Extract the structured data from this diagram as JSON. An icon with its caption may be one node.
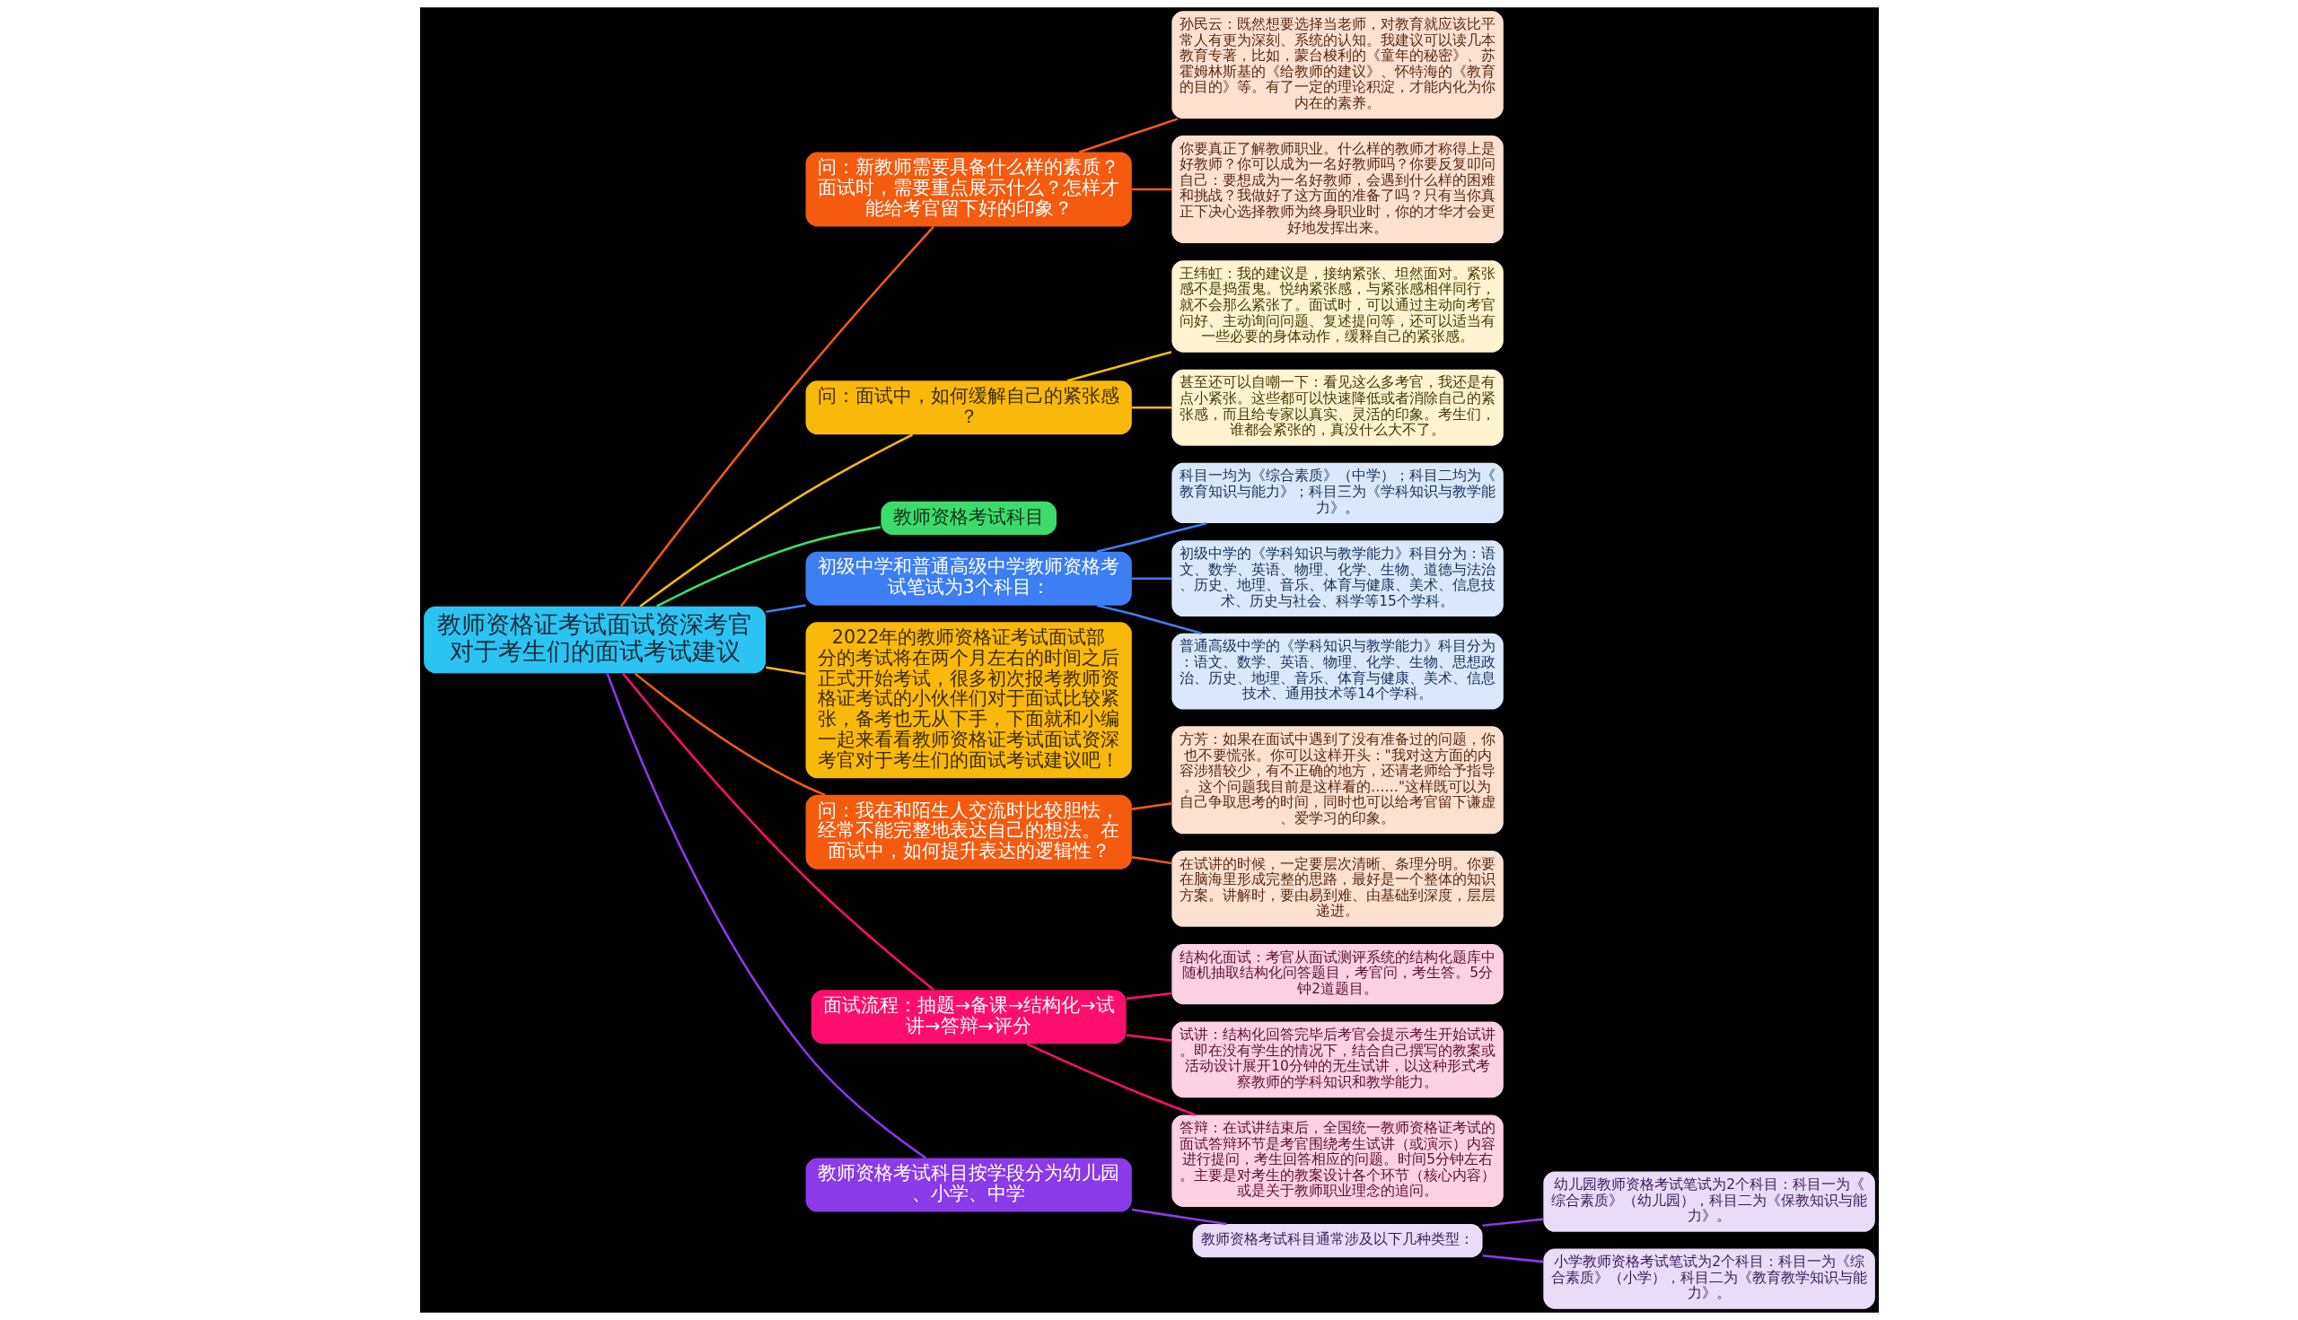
{
  "diagram": {
    "nodes": [
      {
        "text": [
          "教师资格证考试面试资深考官对于考生们的面试考试建议"
        ]
      },
      {
        "text": [
          "问：新教师需要具备什么样的素质？面试时，需要重点展示什么？怎样才能给考官留下好的印象？"
        ]
      },
      {
        "text": [
          "孙民云：既然想要选择当老师，对教育就应该比平常人有更为深刻、系统的认知。我建议可以读几本教育专著，比如，蒙台梭利的《童年的秘密》、苏霍姆林斯基的《给教师的建议》、怀特海的《教育的目的》等。有了一定的理论积淀，才能内化为你内在的素养。"
        ]
      },
      {
        "text": [
          "你要真正了解教师职业。什么样的教师才称得上是好教师？你可以成为一名好教师吗？你要反复叩问自己：要想成为一名好教师，会遇到什么样的困难和挑战？我做好了这方面的准备了吗？只有当你真正下决心选择教师为终身职业时，你的才华才会更好地发挥出来。"
        ]
      },
      {
        "text": [
          "问：面试中，如何缓解自己的紧张感？"
        ]
      },
      {
        "text": [
          "王纬虹：我的建议是，接纳紧张、坦然面对。紧张感不是捣蛋鬼。悦纳紧张感，与紧张感相伴同行，就不会那么紧张了。面试时，可以通过主动向考官问好、主动询问问题、复述提问等，还可以适当有一些必要的身体动作，缓释自己的紧张感。"
        ]
      },
      {
        "text": [
          "甚至还可以自嘲一下：看见这么多考官，我还是有点小紧张。这些都可以快速降低或者消除自己的紧张感，而且给专家以真实、灵活的印象。考生们，谁都会紧张的，真没什么大不了。"
        ]
      },
      {
        "text": [
          "教师资格考试科目"
        ]
      },
      {
        "text": [
          "初级中学和普通高级中学教师资格考试笔试为3个科目："
        ]
      },
      {
        "text": [
          "科目一均为《综合素质》（中学）；科目二均为《教育知识与能力》；科目三为《学科知识与教学能力》。"
        ]
      },
      {
        "text": [
          "初级中学的《学科知识与教学能力》科目分为：语文、数学、英语、物理、化学、生物、道德与法治、历史、地理、音乐、体育与健康、美术、信息技术、历史与社会、科学等15个学科。"
        ]
      },
      {
        "text": [
          "普通高级中学的《学科知识与教学能力》科目分为：语文、数学、英语、物理、化学、生物、思想政治、历史、地理、音乐、体育与健康、美术、信息技术、通用技术等14个学科。"
        ]
      },
      {
        "text": [
          "2022年的教师资格证考试面试部分的考试将在两个月左右的时间之后正式开始考试，很多初次报考教师资格证考试的小伙伴们对于面试比较紧张，备考也无从下手，下面就和小编一起来看看教师资格证考试面试资深考官对于考生们的面试考试建议吧！"
        ]
      },
      {
        "text": [
          "问：我在和陌生人交流时比较胆怯，经常不能完整地表达自己的想法。在面试中，如何提升表达的逻辑性？"
        ]
      },
      {
        "text": [
          "方芳：如果在面试中遇到了没有准备过的问题，你也不要慌张。你可以这样开头：\"我对这方面的内容涉猎较少，有不正确的地方，还请老师给予指导。这个问题我目前是这样看的……\"这样既可以为自己争取思考的时间，同时也可以给考官留下谦虚、爱学习的印象。"
        ]
      },
      {
        "text": [
          "在试讲的时候，一定要层次清晰、条理分明。你要在脑海里形成完整的思路，最好是一个整体的知识方案。讲解时，要由易到难、由基础到深度，层层递进。"
        ]
      },
      {
        "text": [
          "面试流程：抽题→备课→结构化→试讲→答辩→评分"
        ]
      },
      {
        "text": [
          "结构化面试：考官从面试测评系统的结构化题库中随机抽取结构化问答题目，考官问，考生答。5分钟2道题目。"
        ]
      },
      {
        "text": [
          "试讲：结构化回答完毕后考官会提示考生开始试讲。即在没有学生的情况下，结合自己撰写的教案或活动设计展开10分钟的无生试讲，以这种形式考察教师的学科知识和教学能力。"
        ]
      },
      {
        "text": [
          "答辩：在试讲结束后，全国统一教师资格证考试的面试答辩环节是考官围绕考生试讲（或演示）内容进行提问，考生回答相应的问题。时间5分钟左右。主要是对考生的教案设计各个环节（核心内容）或是关于教师职业理念的追问。"
        ]
      },
      {
        "text": [
          "教师资格考试科目按学段分为幼儿园、小学、中学"
        ]
      },
      {
        "text": [
          "教师资格考试科目通常涉及以下几种类型："
        ]
      },
      {
        "text": [
          "幼儿园教师资格考试笔试为2个科目：科目一为《综合素质》（幼儿园），科目二为《保教知识与能力》。"
        ]
      },
      {
        "text": [
          "小学教师资格考试笔试为2个科目：科目一为《综合素质》（小学），科目二为《教育教学知识与能力》。"
        ]
      }
    ],
    "edges": [
      {
        "from": 0,
        "to": 1,
        "arrow": "none",
        "color": "#f55a0e"
      },
      {
        "from": 1,
        "to": 2,
        "arrow": "none",
        "color": "#f55a0e"
      },
      {
        "from": 1,
        "to": 3,
        "arrow": "none",
        "color": "#f55a0e"
      },
      {
        "from": 0,
        "to": 4,
        "arrow": "none",
        "color": "#f9b90a"
      },
      {
        "from": 4,
        "to": 5,
        "arrow": "none",
        "color": "#f9b90a"
      },
      {
        "from": 4,
        "to": 6,
        "arrow": "none",
        "color": "#f9b90a"
      },
      {
        "from": 0,
        "to": 7,
        "arrow": "none",
        "color": "#3ddc6a"
      },
      {
        "from": 0,
        "to": 8,
        "arrow": "none",
        "color": "#3d7ef5"
      },
      {
        "from": 8,
        "to": 9,
        "arrow": "none",
        "color": "#3d7ef5"
      },
      {
        "from": 8,
        "to": 10,
        "arrow": "none",
        "color": "#3d7ef5"
      },
      {
        "from": 8,
        "to": 11,
        "arrow": "none",
        "color": "#3d7ef5"
      },
      {
        "from": 0,
        "to": 12,
        "arrow": "none",
        "color": "#f9b90a"
      },
      {
        "from": 0,
        "to": 13,
        "arrow": "none",
        "color": "#f55a0e"
      },
      {
        "from": 13,
        "to": 14,
        "arrow": "none",
        "color": "#f55a0e"
      },
      {
        "from": 13,
        "to": 15,
        "arrow": "none",
        "color": "#f55a0e"
      },
      {
        "from": 0,
        "to": 16,
        "arrow": "none",
        "color": "#ff0e6e"
      },
      {
        "from": 16,
        "to": 17,
        "arrow": "none",
        "color": "#ff0e6e"
      },
      {
        "from": 16,
        "to": 18,
        "arrow": "none",
        "color": "#ff0e6e"
      },
      {
        "from": 16,
        "to": 19,
        "arrow": "none",
        "color": "#ff0e6e"
      },
      {
        "from": 0,
        "to": 20,
        "arrow": "none",
        "color": "#8a3ae8"
      },
      {
        "from": 20,
        "to": 21,
        "arrow": "none",
        "color": "#8a3ae8"
      },
      {
        "from": 21,
        "to": 22,
        "arrow": "none",
        "color": "#8a3ae8"
      },
      {
        "from": 21,
        "to": 23,
        "arrow": "none",
        "color": "#8a3ae8"
      }
    ]
  }
}
